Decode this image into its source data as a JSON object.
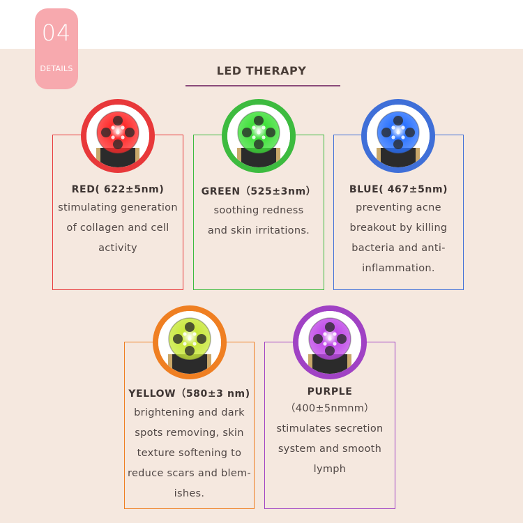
{
  "badge": {
    "number": "04",
    "label": "DETAILS"
  },
  "title": "LED THERAPY",
  "cards": [
    {
      "name": "RED( 622±5nm)",
      "lines": [
        "stimulating generation",
        "of collagen and cell",
        "activity"
      ],
      "color": "#e8383a",
      "glow": "#ff2b2b"
    },
    {
      "name": "GREEN（525±3nm）",
      "lines": [
        "soothing redness",
        "and skin irritations."
      ],
      "color": "#3dbb3f",
      "glow": "#3fe03a"
    },
    {
      "name": "BLUE( 467±5nm)",
      "lines": [
        "preventing acne",
        "breakout by killing",
        "bacteria and anti-",
        "inflammation."
      ],
      "color": "#3f6fd8",
      "glow": "#2a72ff"
    },
    {
      "name": "YELLOW（580±3 nm)",
      "lines": [
        "brightening and dark",
        "spots removing, skin",
        "texture softening to",
        "reduce scars and blem-",
        "ishes."
      ],
      "color": "#ef7f22",
      "glow": "#c8e83a"
    },
    {
      "name": "PURPLE",
      "lines": [
        "（400±5nmnm）",
        "stimulates secretion",
        "system and smooth",
        "lymph"
      ],
      "color": "#a042c4",
      "glow": "#c04ae8"
    }
  ]
}
